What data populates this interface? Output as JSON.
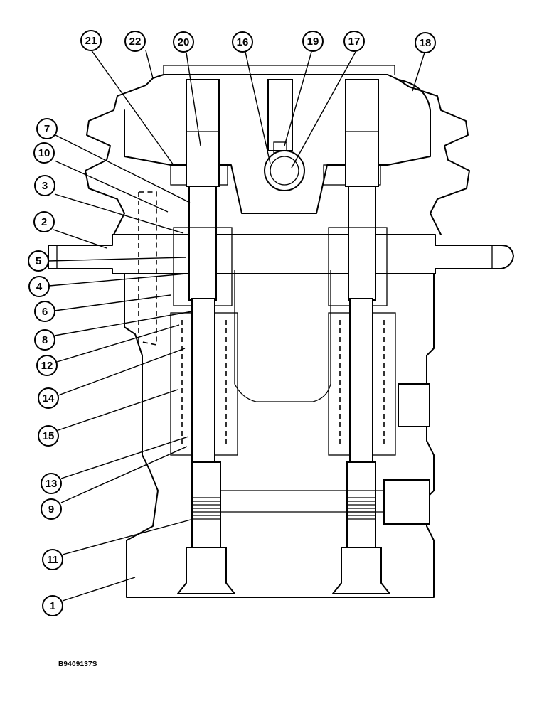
{
  "callouts": [
    {
      "label": "21"
    },
    {
      "label": "22"
    },
    {
      "label": "20"
    },
    {
      "label": "16"
    },
    {
      "label": "19"
    },
    {
      "label": "17"
    },
    {
      "label": "18"
    },
    {
      "label": "7"
    },
    {
      "label": "10"
    },
    {
      "label": "3"
    },
    {
      "label": "2"
    },
    {
      "label": "5"
    },
    {
      "label": "4"
    },
    {
      "label": "6"
    },
    {
      "label": "8"
    },
    {
      "label": "12"
    },
    {
      "label": "14"
    },
    {
      "label": "15"
    },
    {
      "label": "13"
    },
    {
      "label": "9"
    },
    {
      "label": "11"
    },
    {
      "label": "1"
    }
  ],
  "figure_code": "B9409137S"
}
